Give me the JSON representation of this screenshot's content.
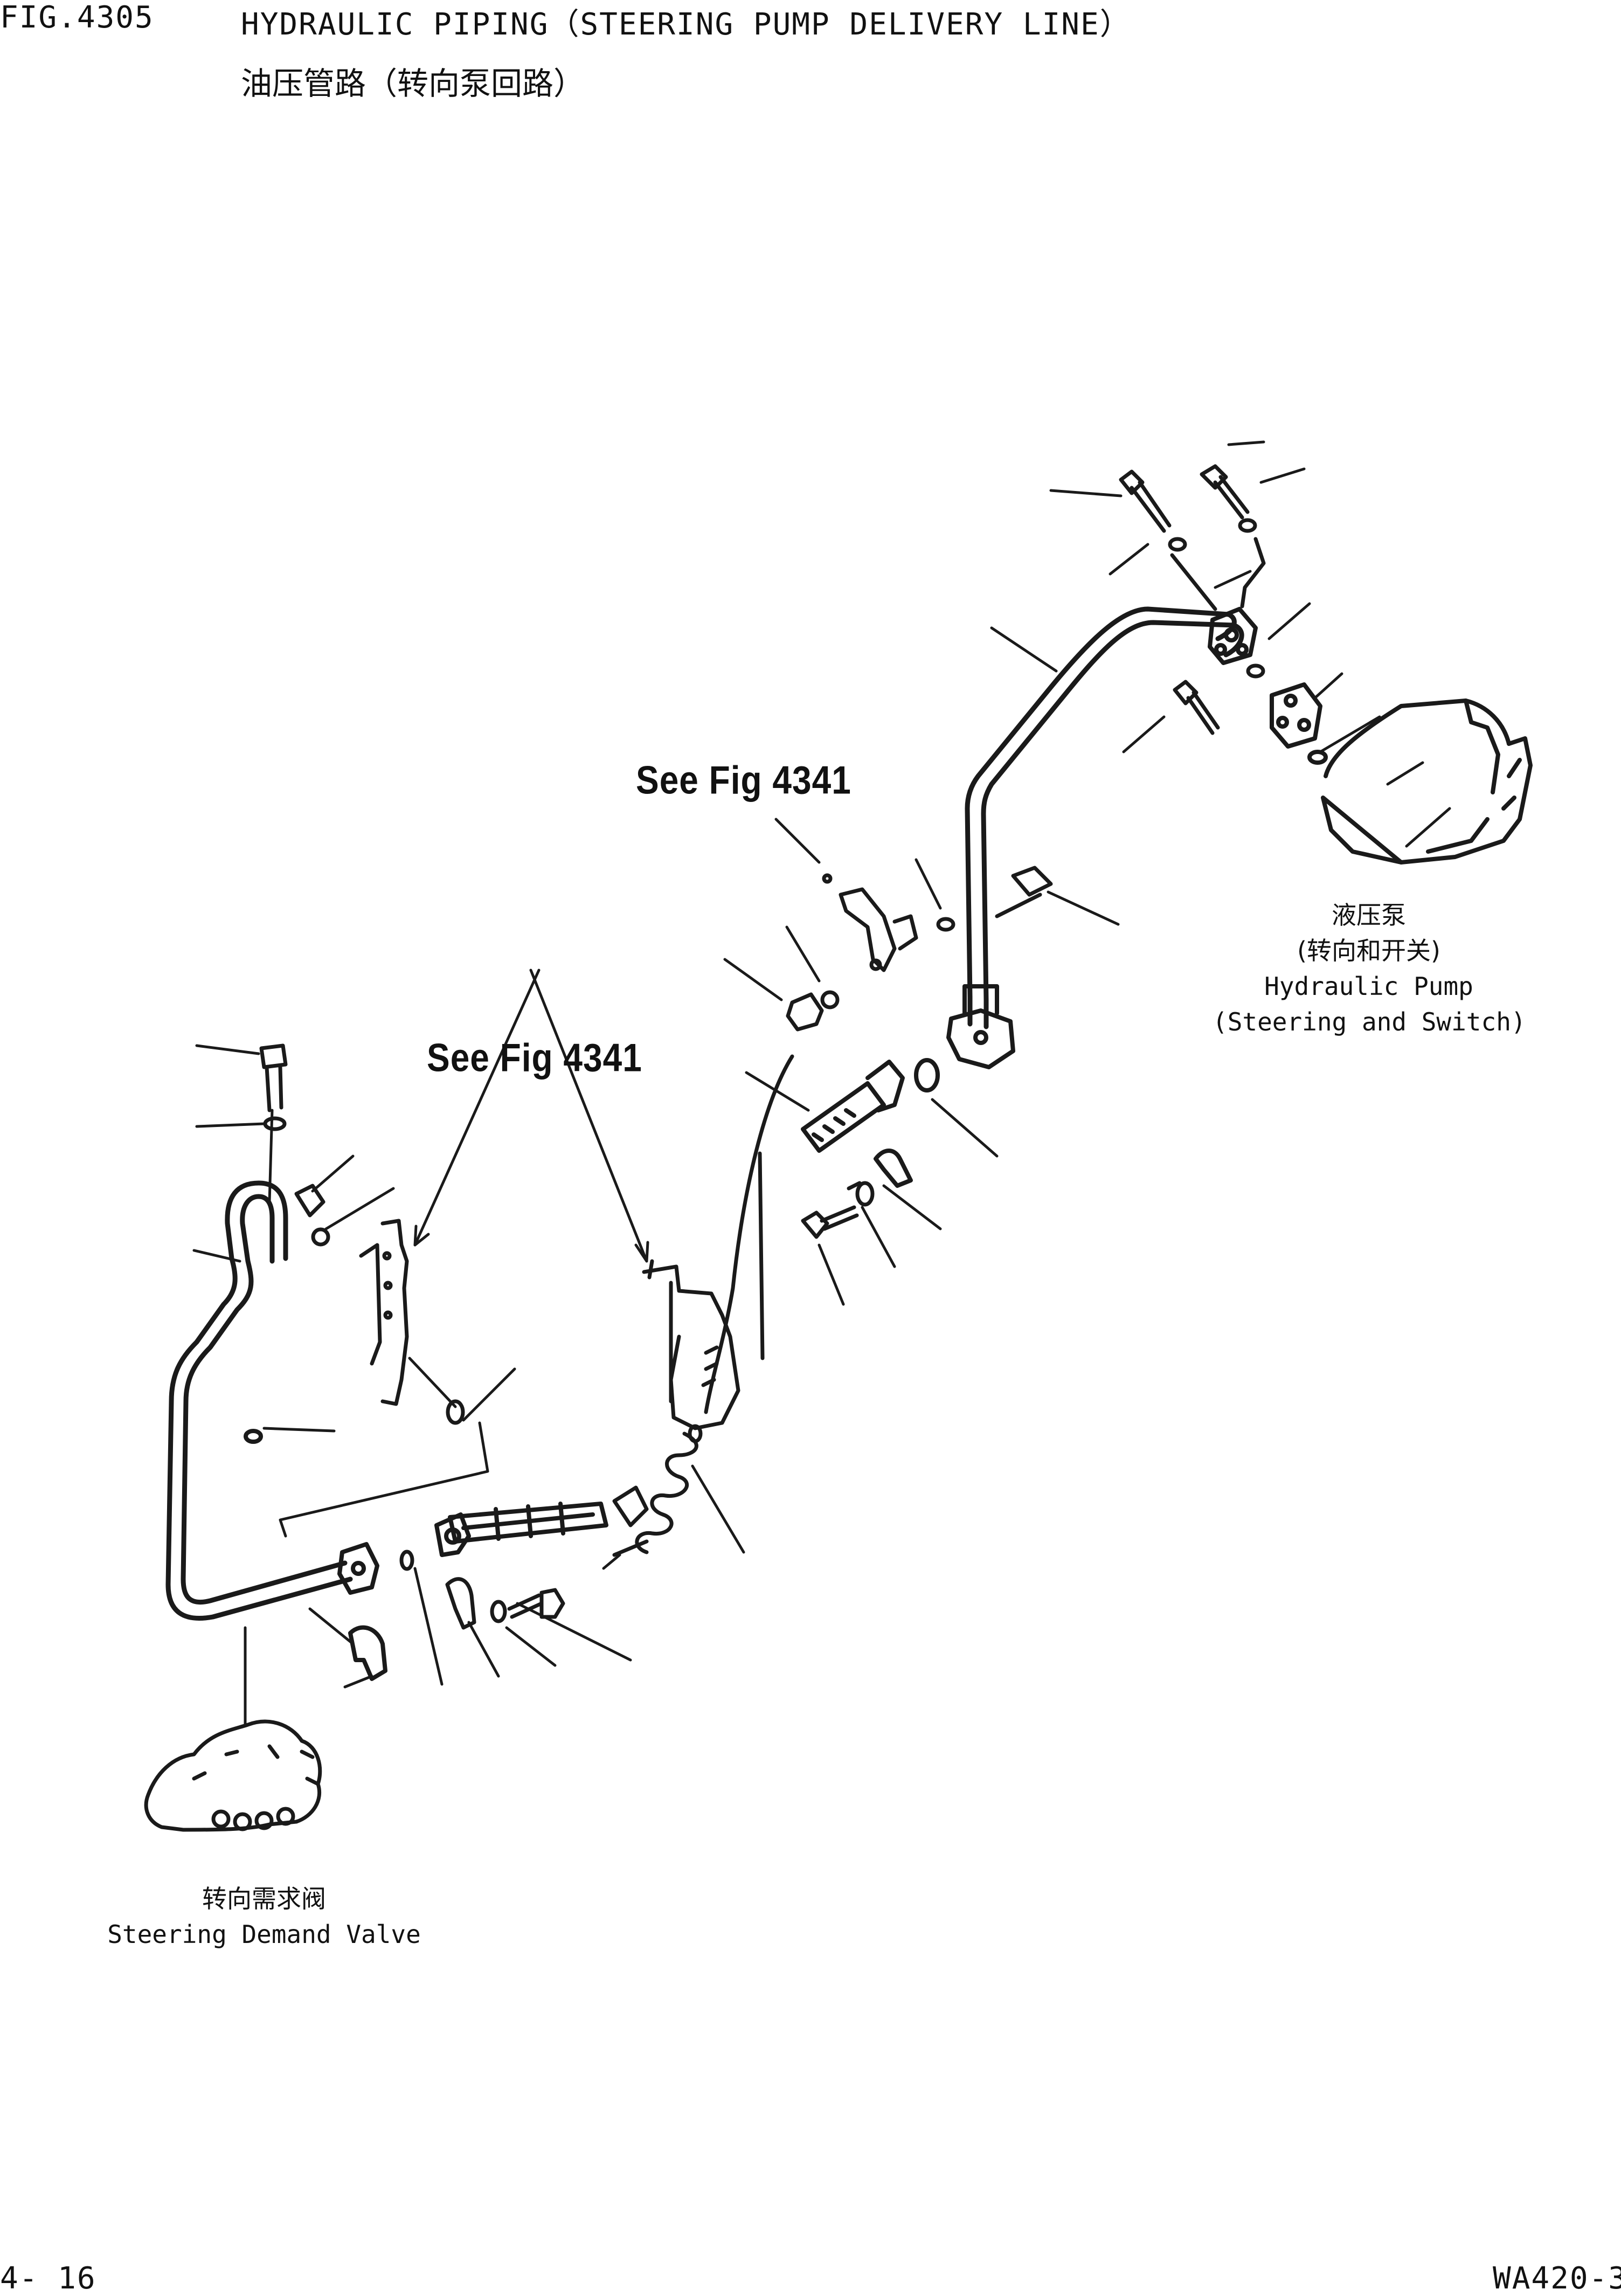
{
  "header": {
    "fig_number": "FIG.4305",
    "title_en": "HYDRAULIC PIPING（STEERING PUMP DELIVERY LINE）",
    "title_cn": "油压管路（转向泵回路）"
  },
  "references": {
    "upper": "See Fig 4341",
    "middle": "See Fig 4341"
  },
  "labels": {
    "pump_cn_1": "液压泵",
    "pump_cn_2": "(转向和开关)",
    "pump_en_1": "Hydraulic Pump",
    "pump_en_2": "(Steering and Switch)",
    "valve_cn": "转向需求阀",
    "valve_en": "Steering Demand Valve"
  },
  "footer": {
    "page": "4- 16",
    "model": "WA420-3"
  }
}
